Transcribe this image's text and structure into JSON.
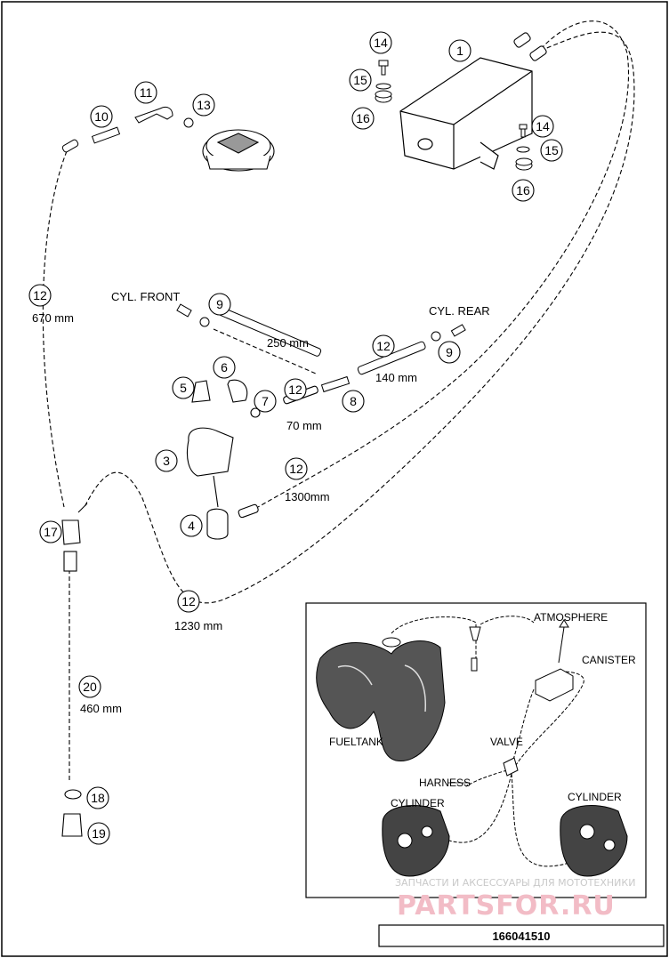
{
  "parts": [
    {
      "number": "1"
    },
    {
      "number": "14"
    },
    {
      "number": "15"
    },
    {
      "number": "16"
    },
    {
      "number": "14"
    },
    {
      "number": "15"
    },
    {
      "number": "16"
    },
    {
      "number": "10"
    },
    {
      "number": "11"
    },
    {
      "number": "13"
    },
    {
      "number": "12"
    },
    {
      "number": "9"
    },
    {
      "number": "12"
    },
    {
      "number": "9"
    },
    {
      "number": "6"
    },
    {
      "number": "5"
    },
    {
      "number": "7"
    },
    {
      "number": "12"
    },
    {
      "number": "8"
    },
    {
      "number": "3"
    },
    {
      "number": "12"
    },
    {
      "number": "4"
    },
    {
      "number": "17"
    },
    {
      "number": "12"
    },
    {
      "number": "20"
    },
    {
      "number": "18"
    },
    {
      "number": "19"
    }
  ],
  "labels": {
    "cyl_front": "CYL. FRONT",
    "cyl_rear": "CYL. REAR",
    "d_670": "670 mm",
    "d_250": "250 mm",
    "d_140": "140 mm",
    "d_70": "70 mm",
    "d_1300": "1300mm",
    "d_1230": "1230 mm",
    "d_460": "460 mm"
  },
  "inset": {
    "atmosphere": "ATMOSPHERE",
    "canister": "CANISTER",
    "fueltank": "FUELTANK",
    "valve": "VALVE",
    "harness": "HARNESS",
    "cylinder_left": "CYLINDER",
    "cylinder_right": "CYLINDER"
  },
  "watermark": {
    "line1": "ЗАПЧАСТИ И АКСЕССУАРЫ ДЛЯ МОТОТЕХНИКИ",
    "line2": "PARTSFOR.RU"
  },
  "diagram_id": "166041510"
}
